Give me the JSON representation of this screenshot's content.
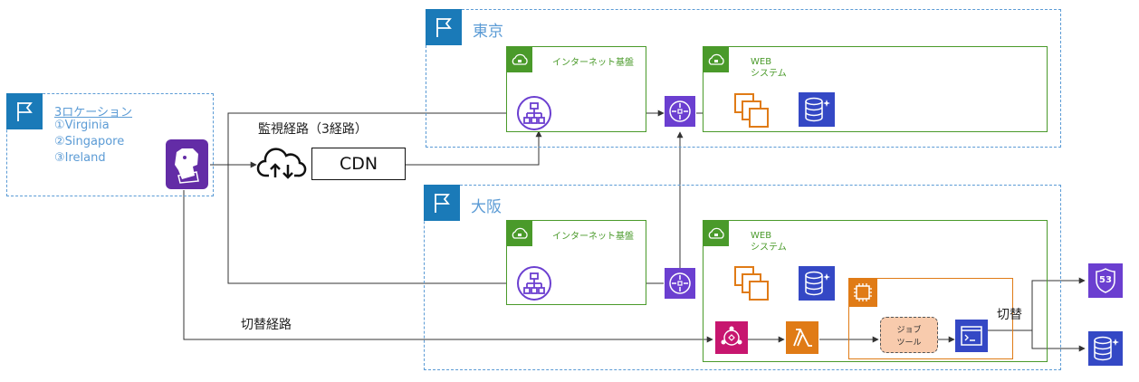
{
  "regions": {
    "locations": {
      "title": "3ロケーション",
      "items": [
        "①Virginia",
        "②Singapore",
        "③Ireland"
      ]
    },
    "tokyo": {
      "label": "東京"
    },
    "osaka": {
      "label": "大阪"
    }
  },
  "boxes": {
    "tokyo_internet": "インターネット基盤",
    "tokyo_web": [
      "WEB",
      "システム"
    ],
    "osaka_internet": "インターネット基盤",
    "osaka_web": [
      "WEB",
      "システム"
    ]
  },
  "labels": {
    "monitoring_route": "監視経路（3経路）",
    "cdn": "CDN",
    "switch_route": "切替経路",
    "switch": "切替",
    "job_tool": [
      "ジョブ",
      "ツール"
    ],
    "route53": "53"
  },
  "colors": {
    "region_border": "#5b9bd5",
    "flag": "#1a7ab8",
    "aws_group": "#4a9a2a",
    "network_purple": "#6b3fd0",
    "compute_orange": "#e07b16",
    "database_blue": "#3448c5",
    "integration_pink": "#c7166f",
    "datadog_purple": "#632ca6"
  }
}
